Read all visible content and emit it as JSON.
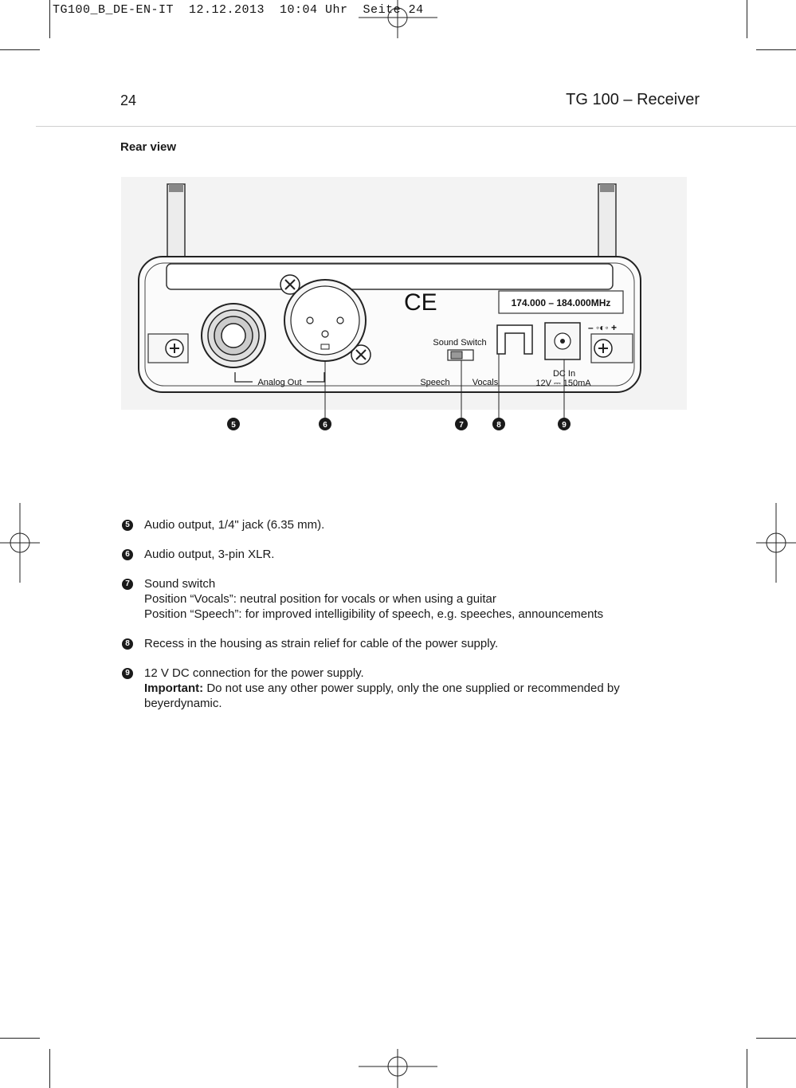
{
  "slug": "TG100_B_DE-EN-IT  12.12.2013  10:04 Uhr  Seite 24",
  "header": {
    "page_number": "24",
    "title": "TG 100 – Receiver"
  },
  "section_title": "Rear view",
  "figure": {
    "panel_labels": {
      "frequency": "174.000 – 184.000MHz",
      "sound_switch": "Sound Switch",
      "speech": "Speech",
      "vocals": "Vocals",
      "analog_out": "Analog Out",
      "dc_in": "DC In",
      "dc_rating": "12V ⎓ 150mA",
      "polarity": "– ◦◐◦ +"
    },
    "callouts": [
      "5",
      "6",
      "7",
      "8",
      "9"
    ]
  },
  "items": [
    {
      "num": "5",
      "lines": [
        "Audio output, 1/4\" jack (6.35 mm)."
      ]
    },
    {
      "num": "6",
      "lines": [
        "Audio output, 3-pin XLR."
      ]
    },
    {
      "num": "7",
      "lines": [
        "Sound switch",
        "Position “Vocals”: neutral position for vocals or when using a guitar",
        "Position “Speech”: for improved intelligibility of speech, e.g. speeches, announcements"
      ]
    },
    {
      "num": "8",
      "lines": [
        "Recess in the housing as strain relief for cable of the power supply."
      ]
    },
    {
      "num": "9",
      "important_label": "Important:",
      "lines": [
        "12 V DC connection for the power supply.",
        " Do not use any other power supply, only the one supplied or recommended by",
        "beyerdynamic."
      ]
    }
  ]
}
